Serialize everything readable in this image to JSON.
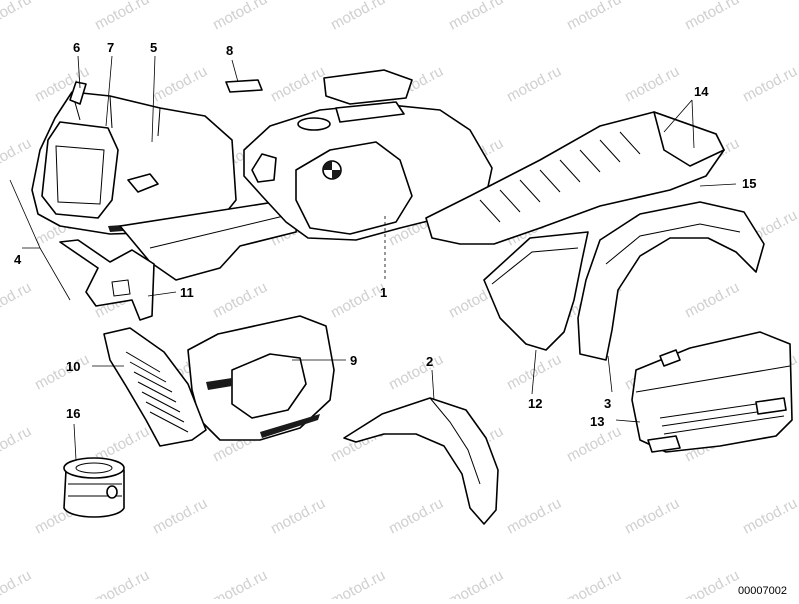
{
  "watermark": "motod.ru",
  "diagram_number": "00007002",
  "callouts": [
    {
      "id": "c1",
      "label": "1"
    },
    {
      "id": "c2",
      "label": "2"
    },
    {
      "id": "c3",
      "label": "3"
    },
    {
      "id": "c4",
      "label": "4"
    },
    {
      "id": "c5",
      "label": "5"
    },
    {
      "id": "c6",
      "label": "6"
    },
    {
      "id": "c7",
      "label": "7"
    },
    {
      "id": "c8",
      "label": "8"
    },
    {
      "id": "c9",
      "label": "9"
    },
    {
      "id": "c10",
      "label": "10"
    },
    {
      "id": "c11",
      "label": "11"
    },
    {
      "id": "c12",
      "label": "12"
    },
    {
      "id": "c13",
      "label": "13"
    },
    {
      "id": "c14",
      "label": "14"
    },
    {
      "id": "c15",
      "label": "15"
    },
    {
      "id": "c16",
      "label": "16"
    }
  ]
}
